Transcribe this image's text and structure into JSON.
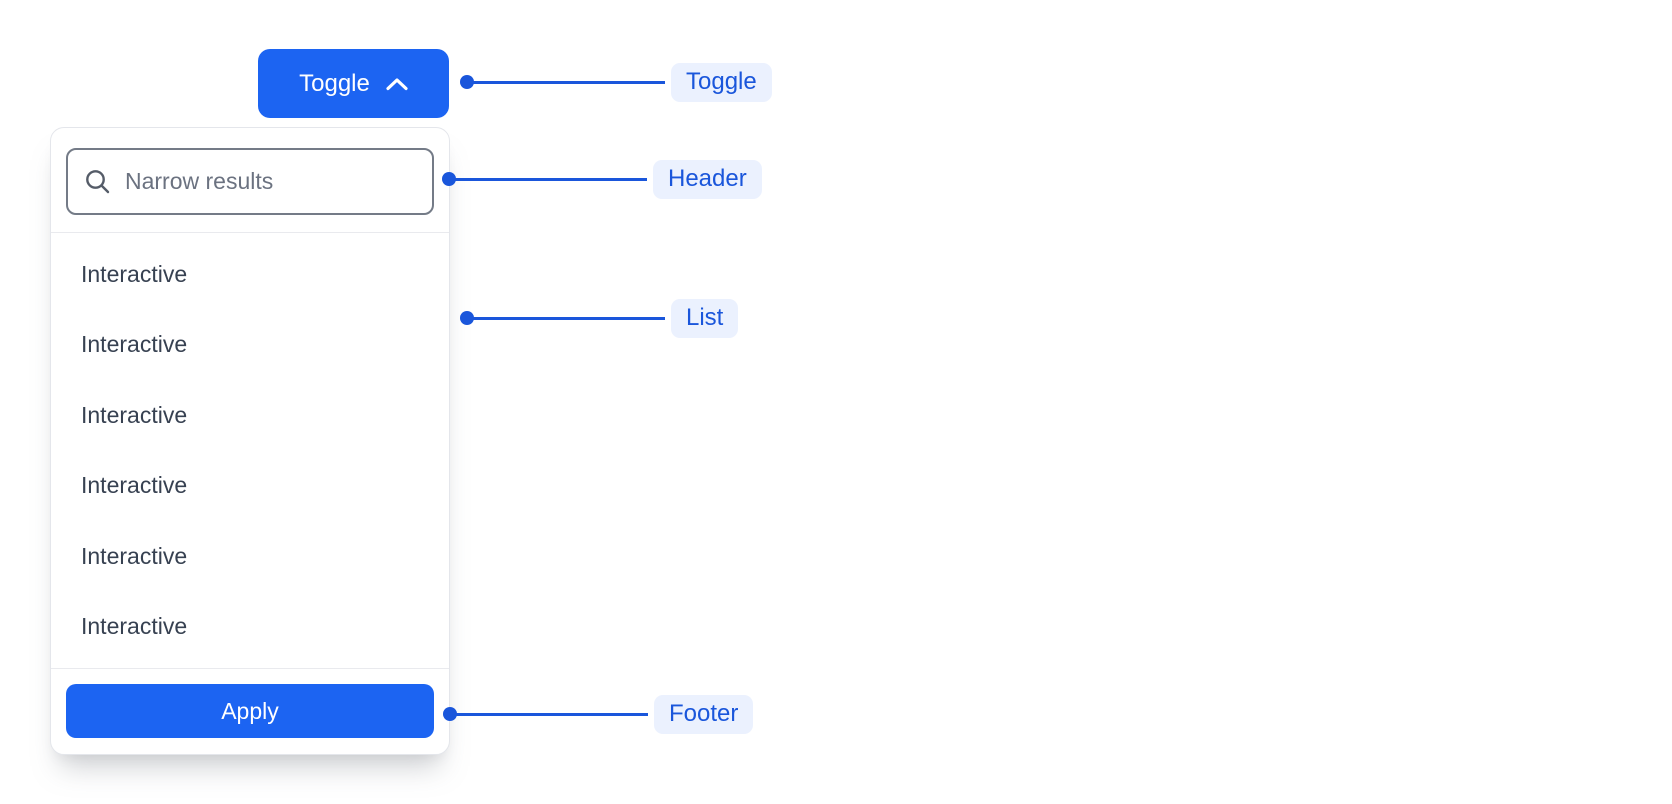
{
  "toggle": {
    "label": "Toggle",
    "icon": "chevron-up-icon"
  },
  "dropdown": {
    "header": {
      "icon": "search-icon",
      "search_placeholder": "Narrow results",
      "search_value": ""
    },
    "list_items": [
      "Interactive",
      "Interactive",
      "Interactive",
      "Interactive",
      "Interactive",
      "Interactive"
    ],
    "footer": {
      "apply_label": "Apply"
    }
  },
  "annotations": [
    {
      "id": "toggle",
      "label": "Toggle"
    },
    {
      "id": "header",
      "label": "Header"
    },
    {
      "id": "list",
      "label": "List"
    },
    {
      "id": "footer",
      "label": "Footer"
    }
  ],
  "colors": {
    "primary_button": "#1C64F2",
    "annotation_blue": "#1A56DB",
    "annotation_pill_bg": "#EBF1FE",
    "list_text": "#374151",
    "input_border": "#747B87",
    "placeholder_text": "#6B7280",
    "panel_border": "#E4E6EB",
    "divider": "#E9EAEE"
  }
}
